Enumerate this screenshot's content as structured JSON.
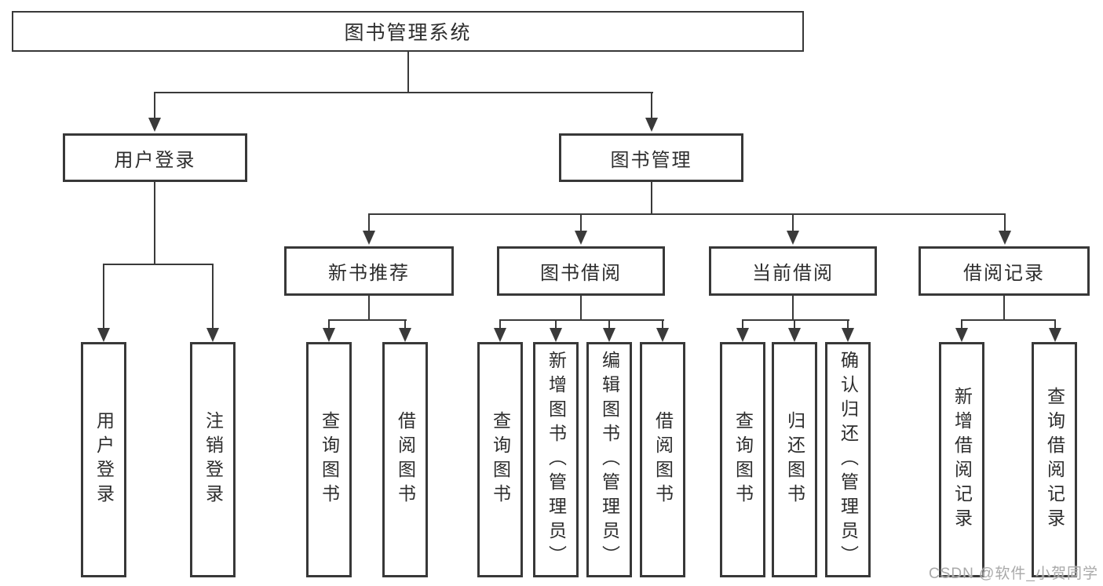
{
  "colors": {
    "line": "#3a3a3a",
    "box_border": "#383838",
    "text": "#2d2d2d",
    "watermark": "#a9a9a9",
    "background": "#ffffff"
  },
  "diagram": {
    "root": {
      "label": "图书管理系统"
    },
    "branches": [
      {
        "label": "用户登录",
        "children": [
          {
            "label": "用户登录"
          },
          {
            "label": "注销登录"
          }
        ]
      },
      {
        "label": "图书管理",
        "children": [
          {
            "label": "新书推荐",
            "children": [
              {
                "label": "查询图书"
              },
              {
                "label": "借阅图书"
              }
            ]
          },
          {
            "label": "图书借阅",
            "children": [
              {
                "label": "查询图书"
              },
              {
                "label": "新增图书（管理员）"
              },
              {
                "label": "编辑图书（管理员）"
              },
              {
                "label": "借阅图书"
              }
            ]
          },
          {
            "label": "当前借阅",
            "children": [
              {
                "label": "查询图书"
              },
              {
                "label": "归还图书"
              },
              {
                "label": "确认归还（管理员）"
              }
            ]
          },
          {
            "label": "借阅记录",
            "children": [
              {
                "label": "新增借阅记录"
              },
              {
                "label": "查询借阅记录"
              }
            ]
          }
        ]
      }
    ]
  },
  "watermark": {
    "text": "CSDN @软件_小贺同学"
  }
}
